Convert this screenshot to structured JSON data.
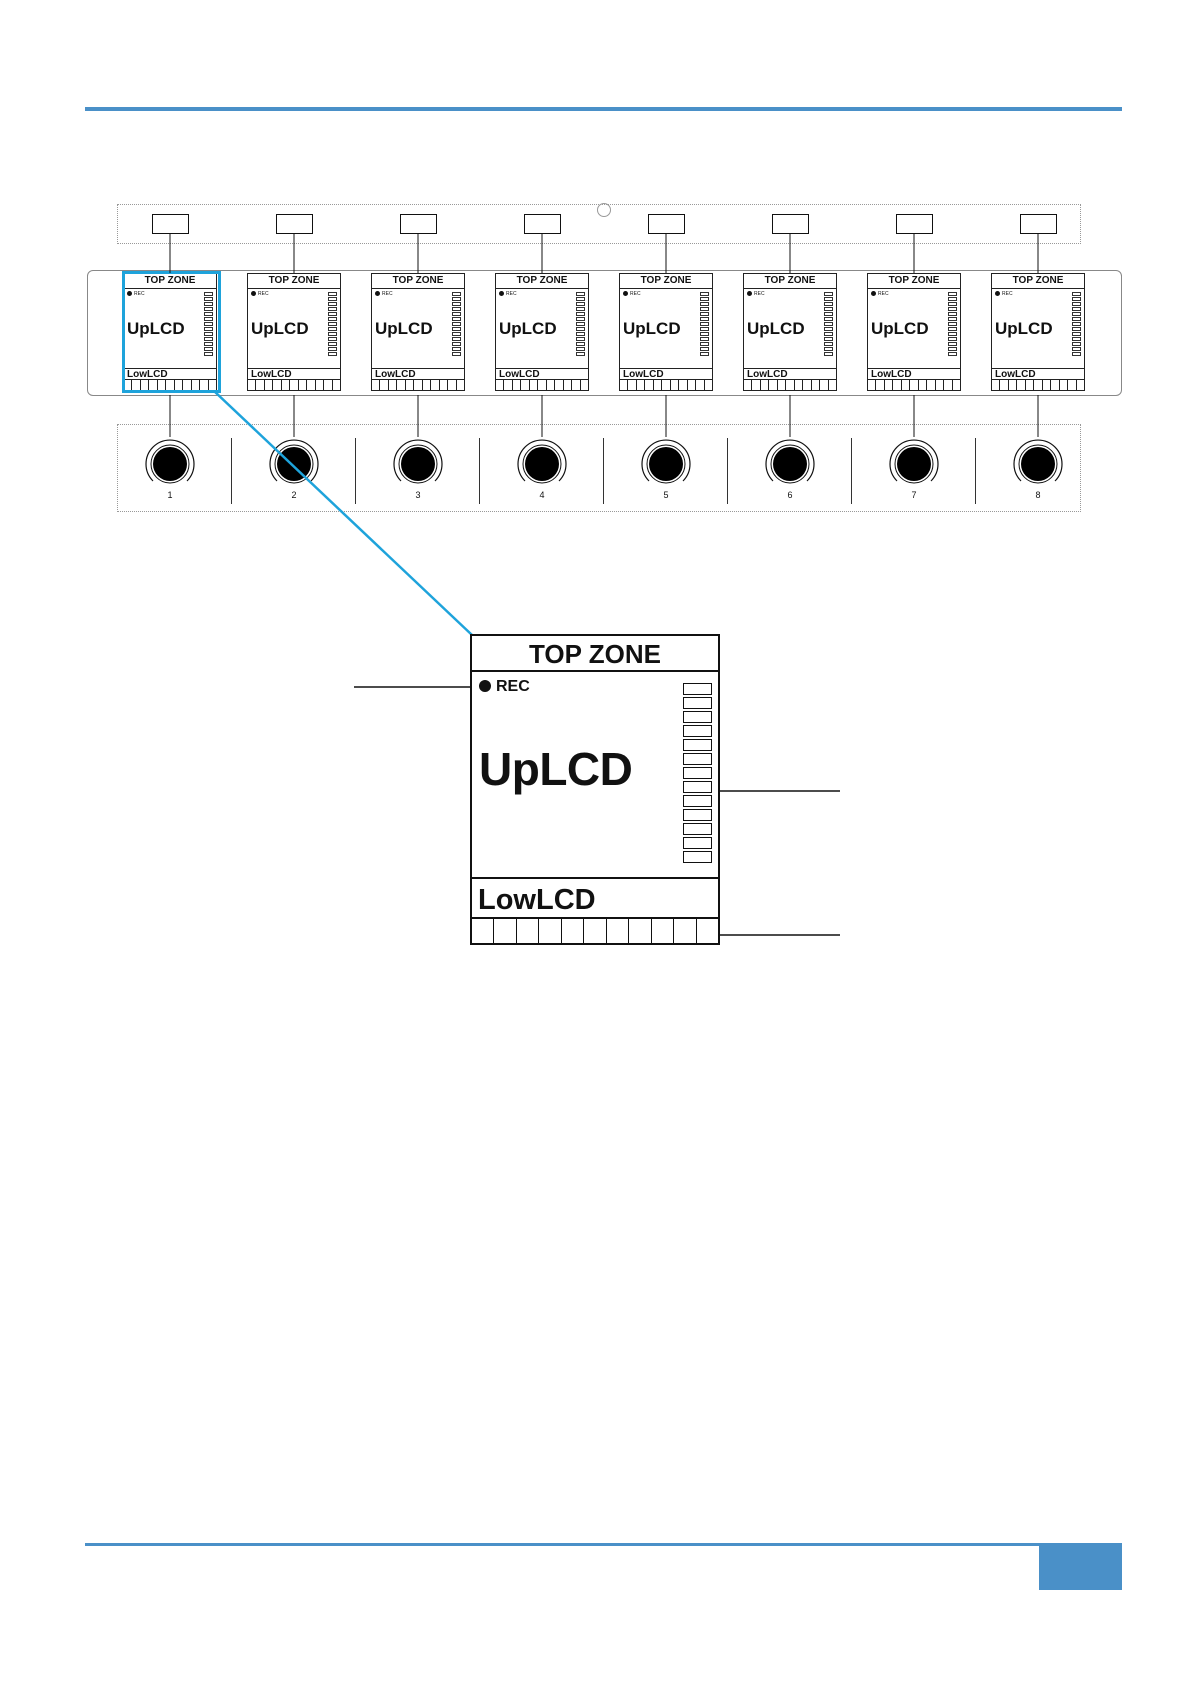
{
  "colors": {
    "accent": "#4a90c8",
    "highlight": "#1ea3db"
  },
  "lcd": {
    "top_zone": "TOP ZONE",
    "rec": "REC",
    "upper": "UpLCD",
    "lower": "LowLCD"
  },
  "channels": [
    "1",
    "2",
    "3",
    "4",
    "5",
    "6",
    "7",
    "8"
  ],
  "zoom": {
    "top_zone": "TOP ZONE",
    "rec": "REC",
    "upper": "UpLCD",
    "lower": "LowLCD"
  }
}
